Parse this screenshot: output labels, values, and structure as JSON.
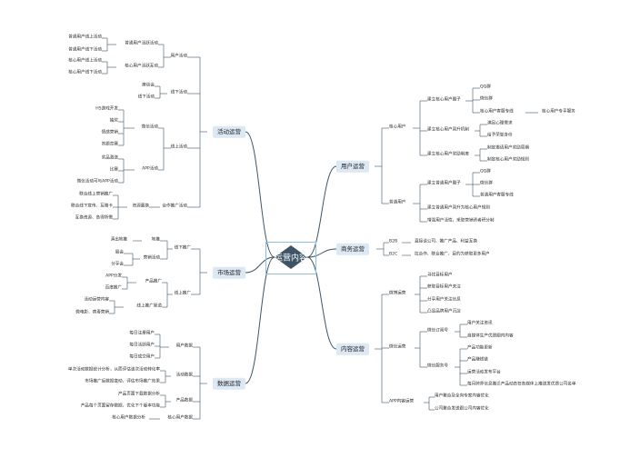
{
  "root": {
    "label": "运营内容",
    "fill": "#3d5566"
  },
  "colors": {
    "wire": "#3d5566",
    "branch_bg": "#dce9f5"
  },
  "left": {
    "activity": {
      "label": "活动运营",
      "user_activity": {
        "label": "用户活动",
        "normal": {
          "label": "普通用户活跃活动",
          "items": [
            "普通用户线上活动",
            "普通用户线下活动"
          ]
        },
        "core": {
          "label": "核心用户活跃互动",
          "items": [
            "核心用户线上活动",
            "核心用户线下活动"
          ]
        }
      },
      "offline_activity": {
        "label": "线下活动",
        "items": [
          "座谈会",
          "线下活动"
        ]
      },
      "online_activity": {
        "label": "线上活动",
        "wechat": {
          "label": "微信活动",
          "items": [
            "H5游戏开发",
            "抽奖",
            "情感营销",
            "答题竞赛"
          ]
        },
        "app": {
          "label": "APP活动",
          "items": [
            "奖品激送",
            "比赛",
            "微信活动可与APP活动"
          ]
        }
      },
      "partner": {
        "label": "合作推广活动",
        "resource": {
          "label": "资源置换",
          "items": [
            "联合线上营销推广",
            "联合线下宣传、互赠卡",
            "互换资源、各得所需"
          ]
        }
      }
    },
    "market": {
      "label": "市场运营",
      "offline_promo": {
        "label": "线下推广",
        "ground": {
          "label": "地推",
          "items": [
            "演出地推"
          ]
        },
        "sales": {
          "label": "营销活动",
          "items": [
            "展会",
            "分享会"
          ]
        }
      },
      "online_promo": {
        "label": "线上推广",
        "product": {
          "label": "产品推广",
          "items": [
            "APP分发",
            "百度推广"
          ]
        },
        "channel": {
          "label": "线上推广渠道",
          "items": [
            "活动运营内容",
            "微电影、病毒营销"
          ]
        }
      }
    },
    "data": {
      "label": "数据运营",
      "user_data": {
        "label": "用户数据",
        "items": [
          "每日注册用户",
          "每日活跃用户",
          "每日成交用户"
        ]
      },
      "activity_data": {
        "label": "活动数据",
        "items": [
          "单次活动数据统计分析，从而评估该次活动转化率",
          "市场推广后数据变动，评估市场推广效果"
        ]
      },
      "product_data": {
        "label": "产品数据",
        "items": [
          "产品页面下载数据分析",
          "产品每个页面留存数据，优化下个版本功能"
        ]
      },
      "core_data": {
        "label": "核心用户数据",
        "items": [
          "核心用户数据分析"
        ]
      }
    }
  },
  "right": {
    "user_ops": {
      "label": "用户运营",
      "core_user": {
        "label": "核心用户",
        "circle": {
          "label": "建立核心用户圈子",
          "items": [
            "QQ群",
            "微信群",
            "核心用户客服专线"
          ],
          "extra": "核心用户专享服务"
        },
        "upgrade": {
          "label": "建立核心用户晋升机制",
          "items": [
            "满足心理需求",
            "给予荣誉身份"
          ]
        },
        "reward": {
          "label": "建立核心用户奖励制度",
          "items": [
            "制定邀请用户奖励周期",
            "制定核心用户奖励规则"
          ]
        }
      },
      "normal_user": {
        "label": "普通用户",
        "circle": {
          "label": "建立普通用户圈子",
          "items": [
            "QQ群",
            "微信群",
            "普通用户客服专线"
          ]
        },
        "upgrade_rule": "建立普通用户晋升为核心用户规则",
        "promote": "增强用户活性，采取营销诱者积分制"
      }
    },
    "biz_ops": {
      "label": "商务运营",
      "b2b": {
        "label": "B2B",
        "text": "直接谈公司、推广产品、利益互换"
      },
      "b2c": {
        "label": "B2C",
        "text": "拉合作、联合推广、目的为获取更多用户"
      }
    },
    "content_ops": {
      "label": "内容运营",
      "weibo": {
        "label": "微博运营",
        "items": [
          "寻找目标用户",
          "获取目标用户关注",
          "分享用户关注信息",
          "凸显品牌用户沉淀"
        ]
      },
      "wechat": {
        "label": "微信运营",
        "sub": {
          "label": "微信订阅号",
          "items": [
            "用户关注资讯",
            "自媒体生产优质圈内内容"
          ]
        },
        "svc": {
          "label": "微信服务号",
          "items": [
            "产品功能更新",
            "产品赚钱链",
            "运营活动发布平台",
            "每月跨界信息搬迁产品动态在各媒体上推送发优质公司名单"
          ]
        }
      },
      "app": {
        "label": "APP内容运营",
        "items": [
          "用户聚合及全向专家内容优化",
          "公司聚合发送跟公司内容优化"
        ]
      }
    }
  }
}
